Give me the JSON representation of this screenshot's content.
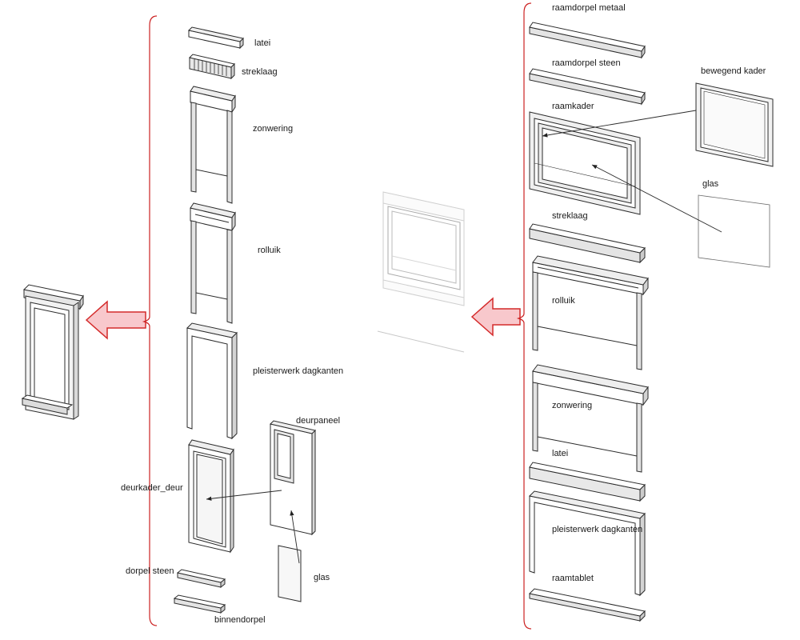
{
  "door_assembly": {
    "labels": {
      "latei": "latei",
      "streklaag": "streklaag",
      "zonwering": "zonwering",
      "rolluik": "rolluik",
      "pleisterwerk": "pleisterwerk dagkanten",
      "deurpaneel": "deurpaneel",
      "deurkader": "deurkader_deur",
      "dorpel_steen": "dorpel steen",
      "glas": "glas",
      "binnendorpel": "binnendorpel"
    }
  },
  "window_assembly": {
    "labels": {
      "raamdorpel_metaal": "raamdorpel metaal",
      "raamdorpel_steen": "raamdorpel steen",
      "bewegend_kader": "bewegend kader",
      "raamkader": "raamkader",
      "glas": "glas",
      "streklaag": "streklaag",
      "rolluik": "rolluik",
      "zonwering": "zonwering",
      "latei": "latei",
      "pleisterwerk": "pleisterwerk dagkanten",
      "raamtablet": "raamtablet"
    }
  },
  "colors": {
    "bracket": "#cc2222",
    "arrow_fill": "#f8c8cc",
    "arrow_stroke": "#d42a2a",
    "line": "#2b2b2b",
    "shade": "#d9d9d9"
  }
}
